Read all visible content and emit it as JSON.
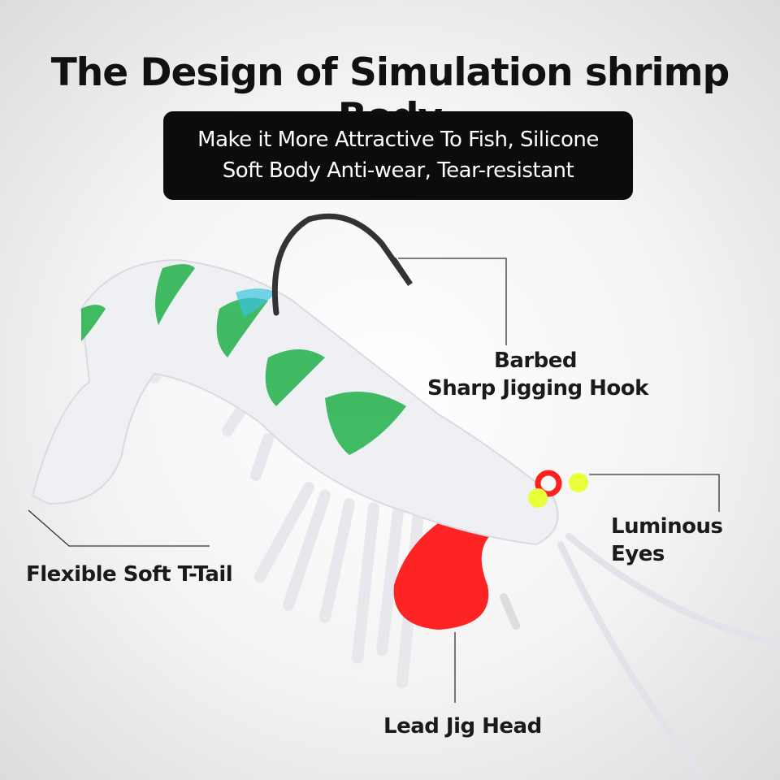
{
  "title": "The Design of Simulation shrimp Body",
  "subtitle": {
    "line1": "Make it More Attractive To  Fish, Silicone",
    "line2": "Soft Body Anti-wear, Tear-resistant"
  },
  "callouts": {
    "hook_line1": "Barbed",
    "hook_line2": "Sharp  Jigging Hook",
    "eyes": "Luminous Eyes",
    "tail": "Flexible Soft T-Tail",
    "jig_head": "Lead Jig Head"
  },
  "colors": {
    "body": "#eef0f4",
    "stripe": "#22b04a",
    "jig_head": "#ff2424",
    "eyes": "#e8ff3a",
    "hook": "#333333"
  }
}
